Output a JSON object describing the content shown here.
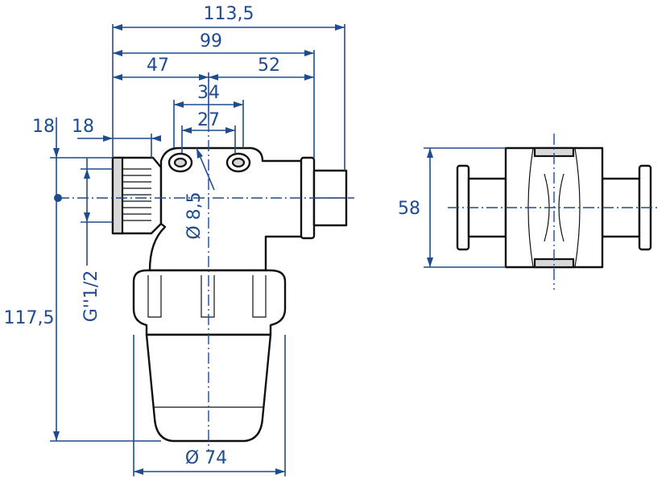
{
  "dimensions": {
    "overall_length": "113,5",
    "body_length": "99",
    "left_segment": "47",
    "right_segment": "52",
    "boss_outer": "34",
    "boss_inner": "27",
    "thread_depth_left": "18",
    "thread_depth": "18",
    "hole_diameter": "Ø 8,5",
    "thread_size": "G''1/2",
    "total_height": "117,5",
    "bowl_diameter": "Ø 74",
    "side_height": "58"
  },
  "colors": {
    "dimension": "#1f4b8f",
    "outline": "#111111",
    "shade": "#d9d9d9"
  }
}
